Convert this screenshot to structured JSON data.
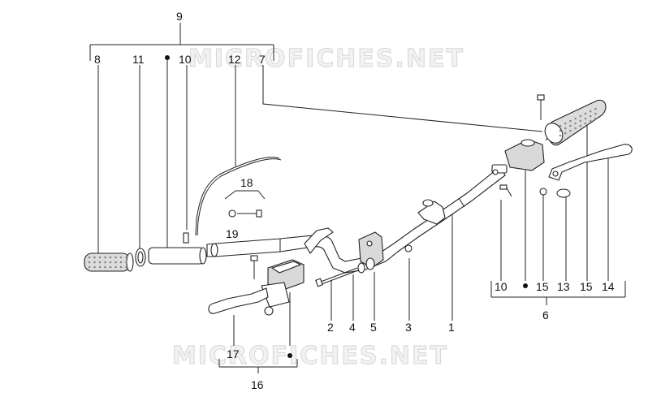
{
  "watermark": {
    "top": "MICROFICHES.NET",
    "bottom": "MICROFICHES.NET"
  },
  "callouts": [
    {
      "id": "c9",
      "text": "9"
    },
    {
      "id": "c8",
      "text": "8"
    },
    {
      "id": "c11",
      "text": "11"
    },
    {
      "id": "c10a",
      "text": "10"
    },
    {
      "id": "c12",
      "text": "12"
    },
    {
      "id": "c7",
      "text": "7"
    },
    {
      "id": "c18",
      "text": "18"
    },
    {
      "id": "c19",
      "text": "19"
    },
    {
      "id": "c2",
      "text": "2"
    },
    {
      "id": "c4",
      "text": "4"
    },
    {
      "id": "c5",
      "text": "5"
    },
    {
      "id": "c3",
      "text": "3"
    },
    {
      "id": "c1",
      "text": "1"
    },
    {
      "id": "c10b",
      "text": "10"
    },
    {
      "id": "c15a",
      "text": "15"
    },
    {
      "id": "c13",
      "text": "13"
    },
    {
      "id": "c15b",
      "text": "15"
    },
    {
      "id": "c14",
      "text": "14"
    },
    {
      "id": "c6",
      "text": "6"
    },
    {
      "id": "c17",
      "text": "17"
    },
    {
      "id": "c16",
      "text": "16"
    }
  ]
}
